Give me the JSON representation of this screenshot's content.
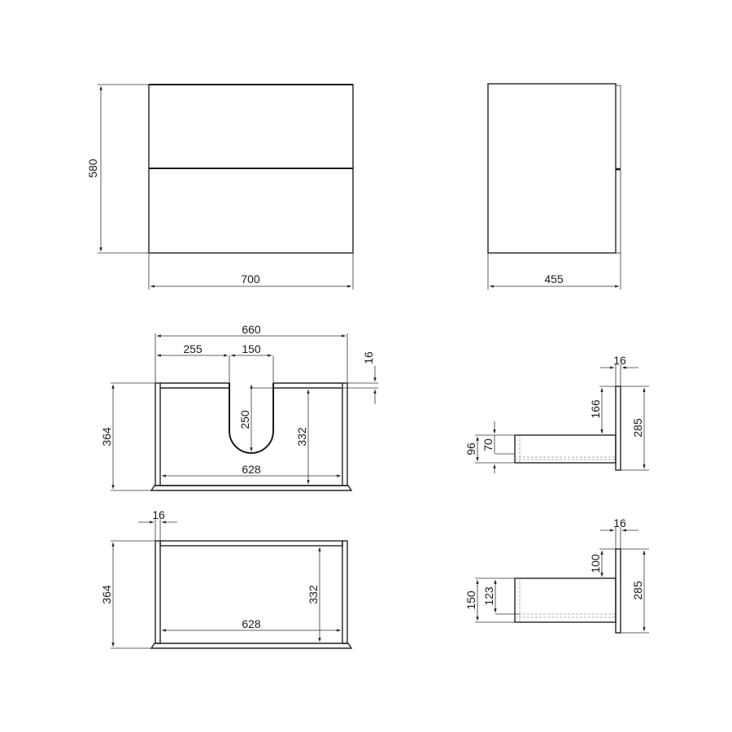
{
  "drawing": {
    "colors": {
      "line": "#1a1a1a",
      "background": "#ffffff",
      "hidden_line": "#999999"
    },
    "front_view": {
      "height_label": "580",
      "width_label": "700"
    },
    "side_view": {
      "depth_label": "455"
    },
    "top_drawer_view": {
      "overall_width_label": "660",
      "cutout_offset_label": "255",
      "cutout_width_label": "150",
      "panel_thickness_label": "16",
      "outer_depth_label": "364",
      "cutout_depth_label": "250",
      "inner_depth_label": "332",
      "inner_width_label": "628"
    },
    "top_drawer_section": {
      "panel_thickness_label": "16",
      "offset_top_label": "166",
      "front_height_label": "285",
      "box_height_label": "96",
      "box_inner_height_label": "70"
    },
    "bottom_drawer_view": {
      "panel_thickness_label": "16",
      "outer_depth_label": "364",
      "inner_depth_label": "332",
      "inner_width_label": "628"
    },
    "bottom_drawer_section": {
      "panel_thickness_label": "16",
      "offset_top_label": "100",
      "front_height_label": "285",
      "box_height_label": "150",
      "box_inner_height_label": "123"
    }
  }
}
